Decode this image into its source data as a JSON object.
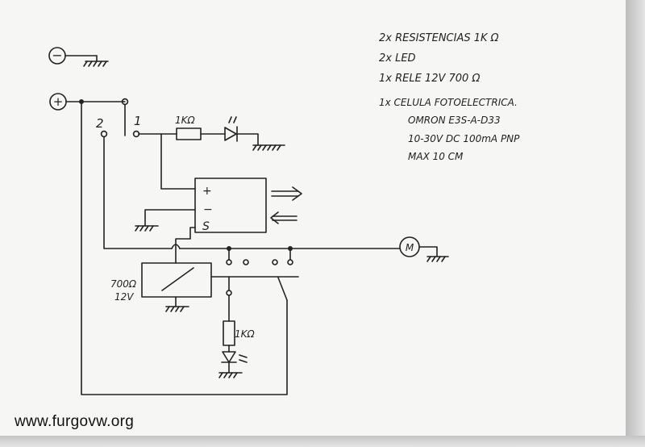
{
  "parts_list": [
    "2x RESISTENCIAS 1K Ω",
    "2x LED",
    "1x RELE 12V 700 Ω",
    "1x CELULA FOTOELECTRICA.",
    "OMRON E3S-A-D33",
    "10-30V DC 100mA PNP",
    "MAX 10 CM"
  ],
  "labels": {
    "negative_terminal": "−",
    "positive_terminal": "+",
    "switch_pos_1": "1",
    "switch_pos_2": "2",
    "resistor_top": "1KΩ",
    "sensor_plus": "+",
    "sensor_minus": "−",
    "sensor_signal": "S",
    "motor": "M",
    "relay_resistance": "700Ω",
    "relay_voltage": "12V",
    "resistor_bottom": "1KΩ"
  },
  "watermark": "www.furgovw.org",
  "colors": {
    "ink": "#222222",
    "paper": "#f6f6f4"
  }
}
